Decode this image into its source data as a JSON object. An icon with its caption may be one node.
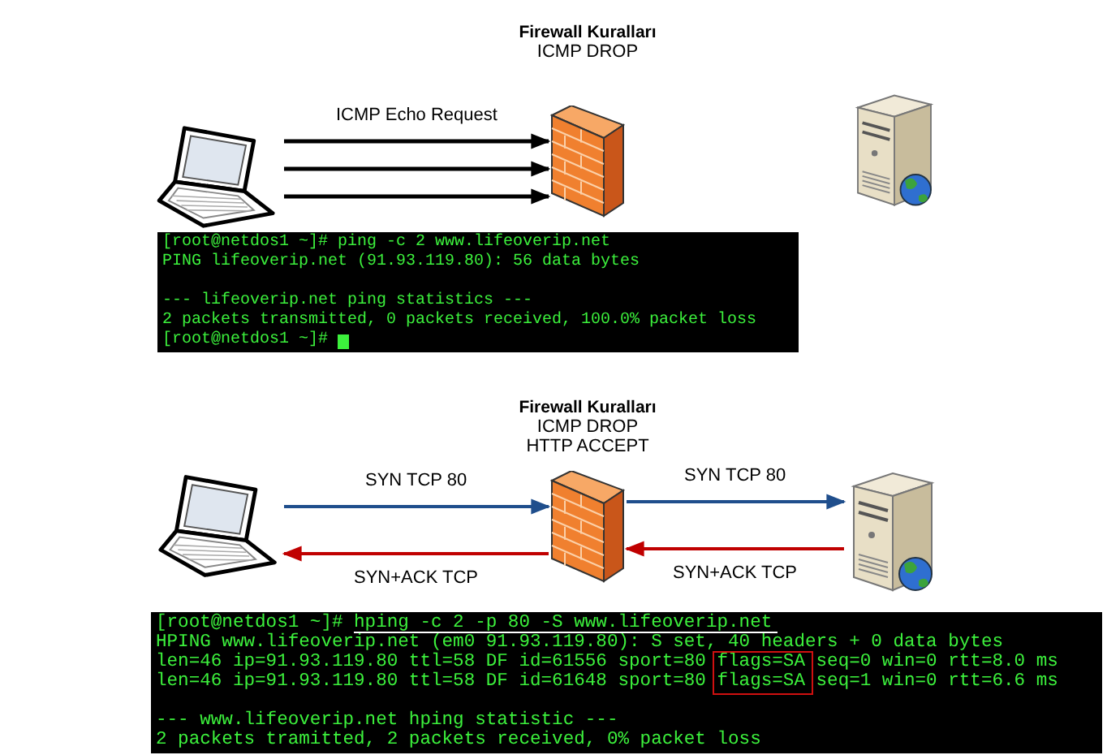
{
  "diagram": {
    "nodes": [
      {
        "text": [],
        "shape": "picture"
      },
      {
        "text": [
          "Firewall Kuralları",
          "ICMP DROP"
        ]
      },
      {
        "text": [],
        "shape": "picture"
      },
      {
        "text": [],
        "shape": "picture"
      },
      {
        "text": [
          "Firewall Kuralları",
          "ICMP DROP",
          "HTTP ACCEPT"
        ]
      },
      {
        "text": [],
        "shape": "picture"
      }
    ],
    "edges": [
      {
        "from": 0,
        "to": 1,
        "arrow": "to",
        "label": "ICMP Echo Request"
      },
      {
        "from": 0,
        "to": 1,
        "arrow": "to"
      },
      {
        "from": 0,
        "to": 1,
        "arrow": "to"
      },
      {
        "from": 3,
        "to": 4,
        "arrow": "to",
        "label": "SYN TCP 80",
        "color": "#1f4e8c"
      },
      {
        "from": 4,
        "to": 5,
        "arrow": "to",
        "label": "SYN TCP 80",
        "color": "#1f4e8c"
      },
      {
        "from": 5,
        "to": 4,
        "arrow": "to",
        "label": "SYN+ACK TCP",
        "color": "#c00000"
      },
      {
        "from": 4,
        "to": 3,
        "arrow": "to",
        "label": "SYN+ACK TCP",
        "color": "#c00000"
      }
    ],
    "labels": [
      "[root@netdos1 ~]# ping -c 2 www.lifeoverip.net",
      "PING lifeoverip.net (91.93.119.80): 56 data bytes",
      "--- lifeoverip.net ping statistics ---",
      "2 packets transmitted, 0 packets received, 100.0% packet loss",
      "[root@netdos1 ~]#",
      "[root@netdos1 ~]# hping -c 2 -p 80 -S www.lifeoverip.net",
      "HPING www.lifeoverip.net (em0 91.93.119.80): S set, 40 headers + 0 data bytes",
      "len=46 ip=91.93.119.80 ttl=58 DF id=61556 sport=80 flags=SA seq=0 win=0 rtt=8.0 ms",
      "len=46 ip=91.93.119.80 ttl=58 DF id=61648 sport=80 flags=SA seq=1 win=0 rtt=6.6 ms",
      "--- www.lifeoverip.net hping statistic ---",
      "2 packets tramitted, 2 packets received, 0% packet loss"
    ]
  }
}
